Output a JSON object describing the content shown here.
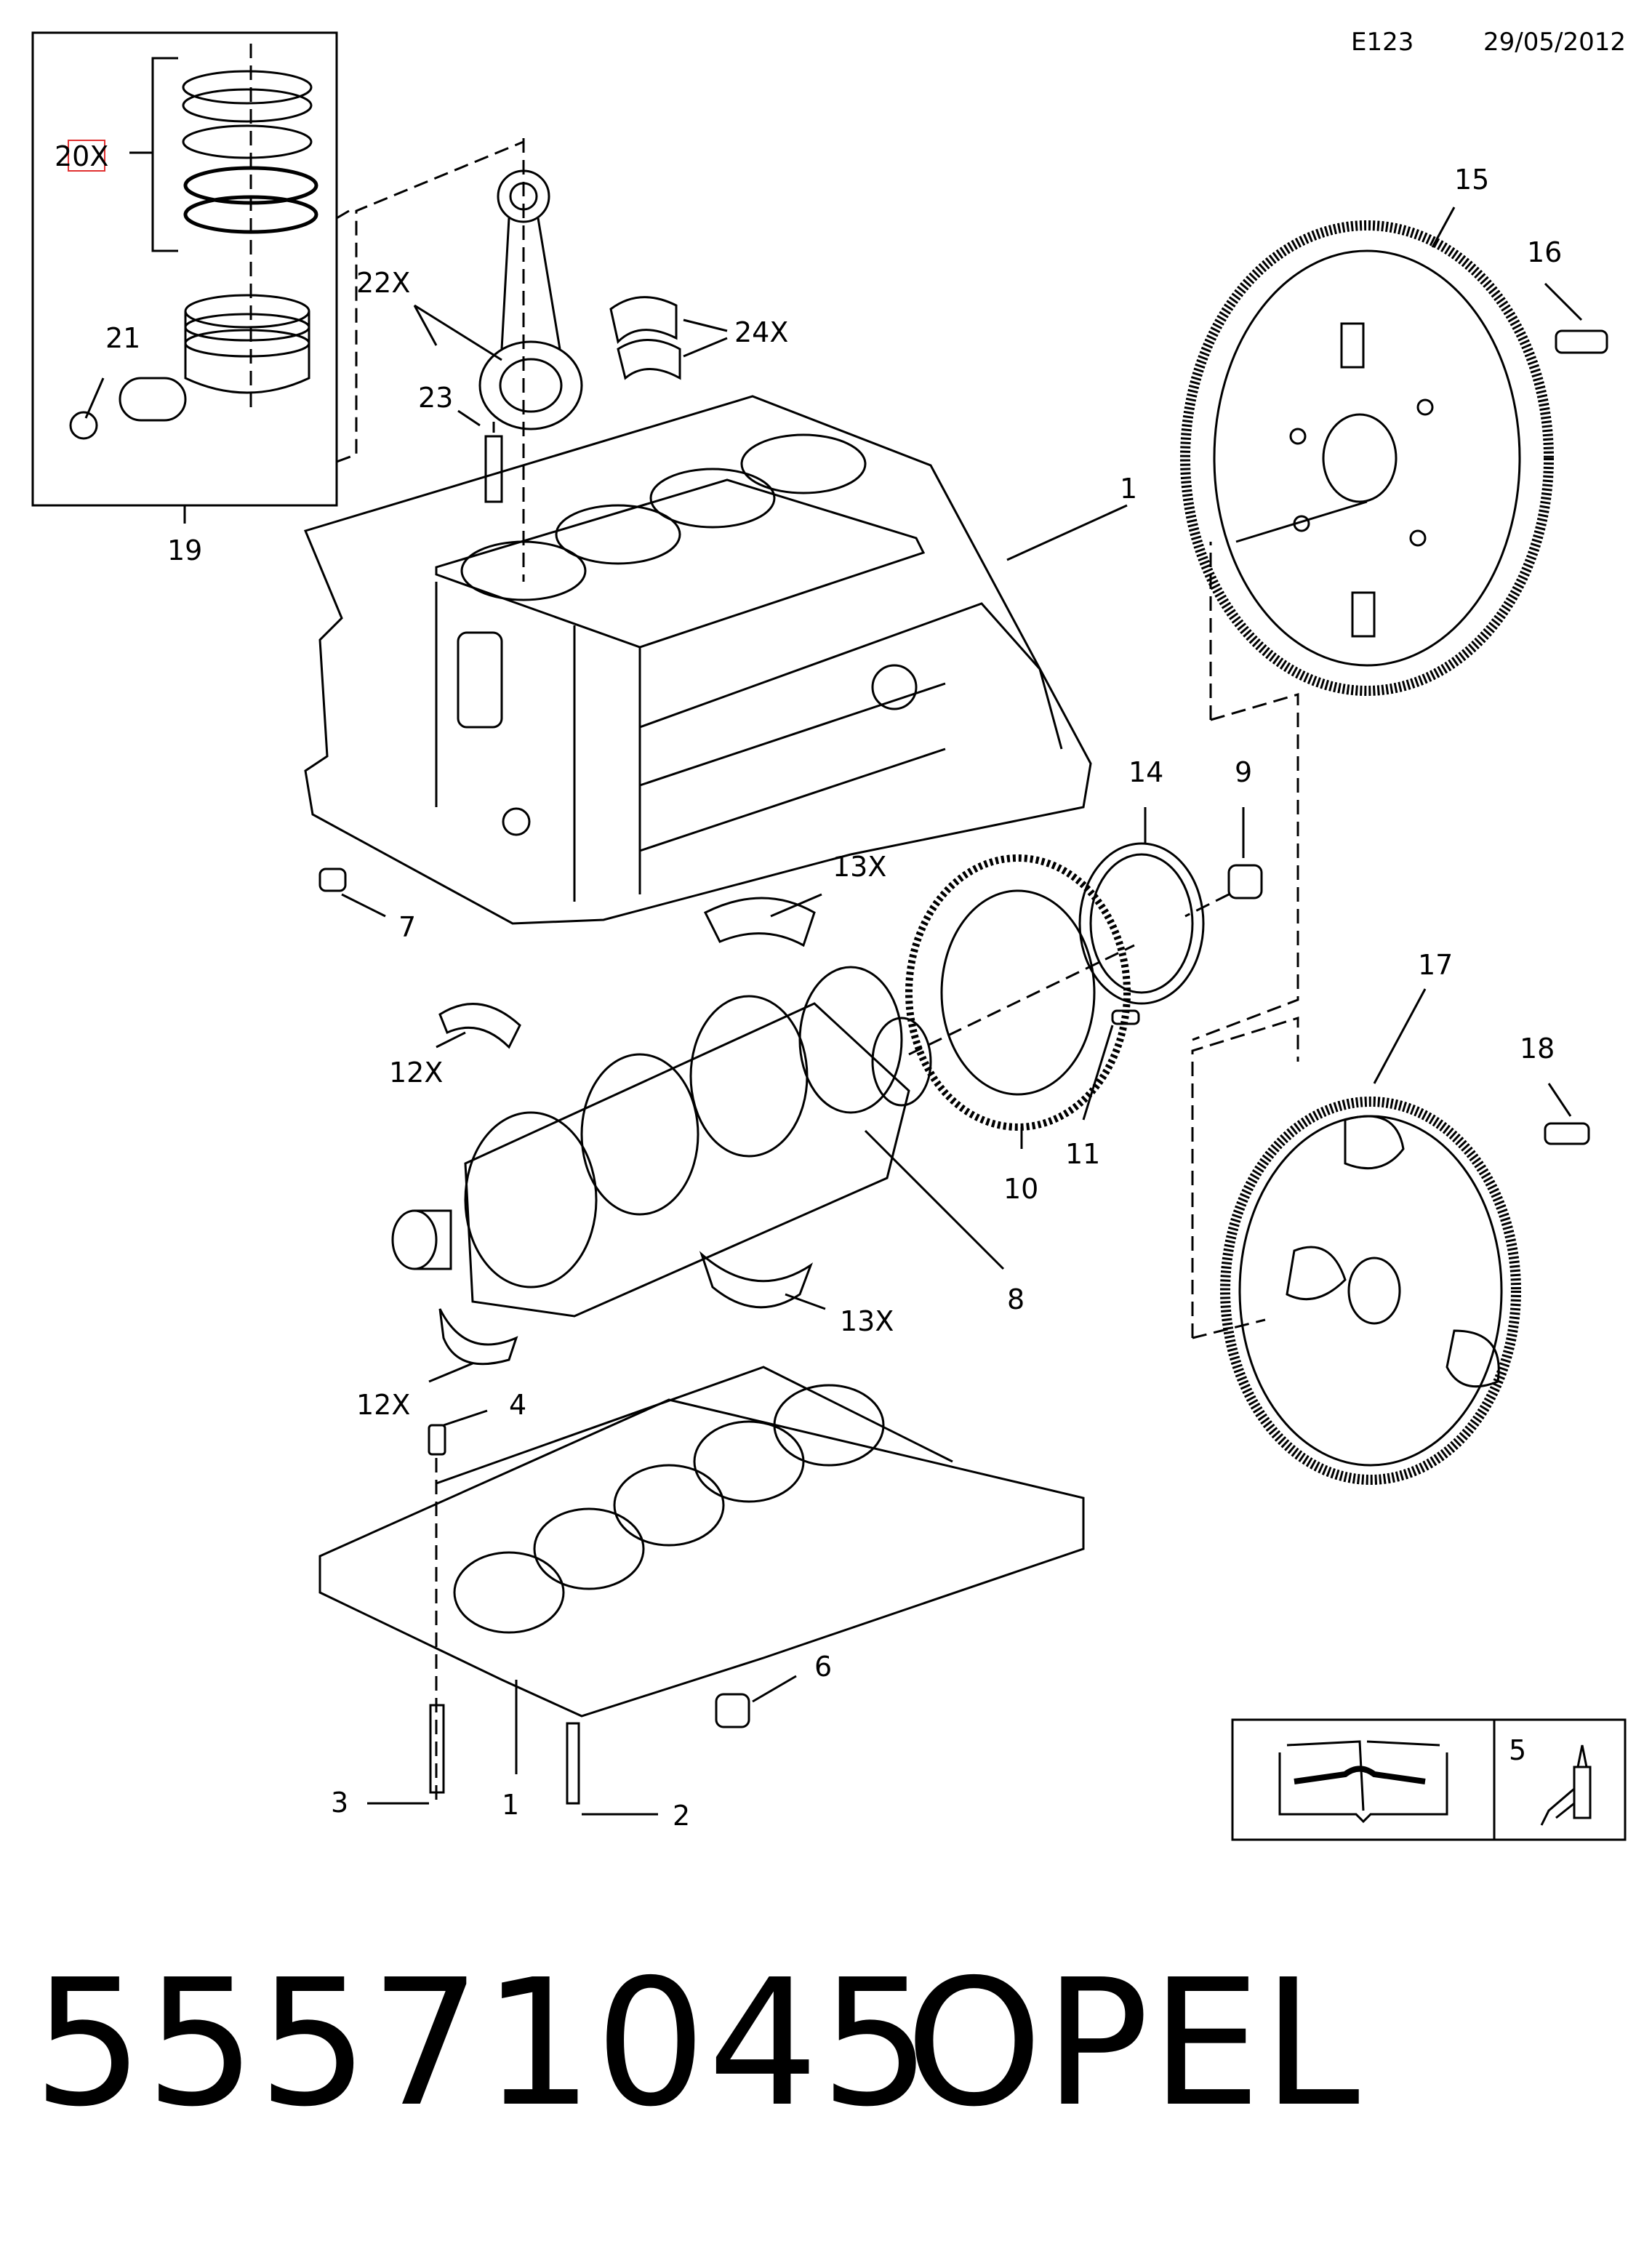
{
  "header": {
    "code": "E123",
    "date": "29/05/2012"
  },
  "callouts": [
    "20X",
    "21",
    "19",
    "22X",
    "23",
    "24X",
    "1",
    "15",
    "16",
    "14",
    "9",
    "7",
    "13X",
    "12X",
    "17",
    "18",
    "10",
    "11",
    "8",
    "13X",
    "12X",
    "4",
    "6",
    "3",
    "1",
    "2",
    "5"
  ],
  "footer": {
    "part_number": "55571045",
    "brand": "OPEL"
  }
}
